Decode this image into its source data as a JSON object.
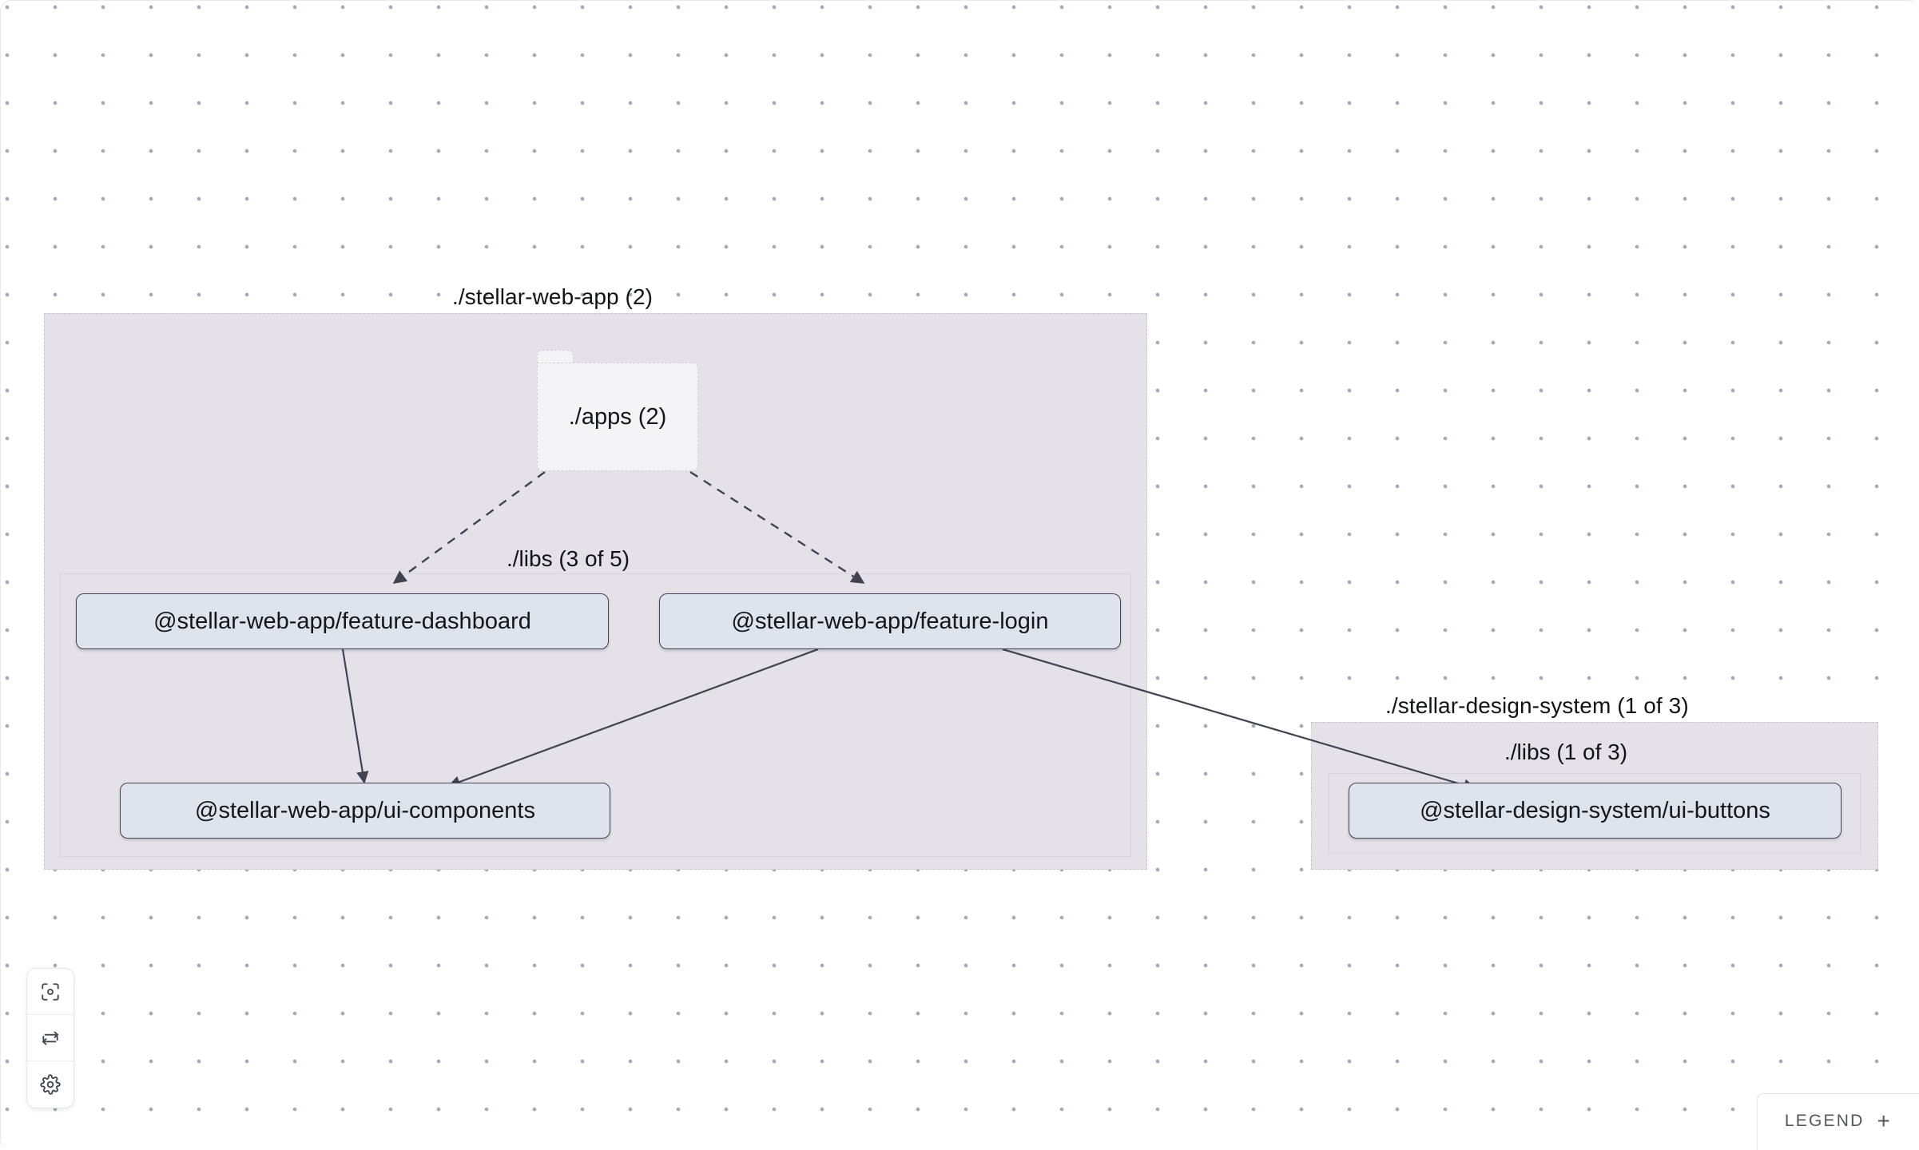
{
  "canvas": {
    "background_color": "#ffffff",
    "dot_color": "#9fa9b8",
    "group_fill": "#e4e1e8",
    "node_fill": "#dfe3ec",
    "node_border": "#3f4450",
    "edge_color": "#3f4450"
  },
  "groups": [
    {
      "id": "stellar-web-app",
      "label": "./stellar-web-app (2)",
      "subgroup": {
        "id": "libs",
        "label": "./libs (3 of 5)"
      }
    },
    {
      "id": "stellar-design-system",
      "label": "./stellar-design-system (1 of 3)",
      "subgroup": {
        "id": "ds-libs",
        "label": "./libs (1 of 3)"
      }
    }
  ],
  "folder_node": {
    "id": "apps",
    "label": "./apps (2)"
  },
  "nodes": [
    {
      "id": "feature-dashboard",
      "label": "@stellar-web-app/feature-dashboard"
    },
    {
      "id": "feature-login",
      "label": "@stellar-web-app/feature-login"
    },
    {
      "id": "ui-components",
      "label": "@stellar-web-app/ui-components"
    },
    {
      "id": "ui-buttons",
      "label": "@stellar-design-system/ui-buttons"
    }
  ],
  "edges": [
    {
      "from": "apps",
      "to": "feature-dashboard",
      "style": "dashed"
    },
    {
      "from": "apps",
      "to": "feature-login",
      "style": "dashed"
    },
    {
      "from": "feature-dashboard",
      "to": "ui-components",
      "style": "solid"
    },
    {
      "from": "feature-login",
      "to": "ui-components",
      "style": "solid"
    },
    {
      "from": "feature-login",
      "to": "ui-buttons",
      "style": "solid"
    }
  ],
  "toolbar": {
    "focus_label": "focus-graph",
    "refresh_label": "refresh-graph",
    "settings_label": "graph-settings"
  },
  "legend": {
    "label": "LEGEND",
    "expand_symbol": "+"
  }
}
